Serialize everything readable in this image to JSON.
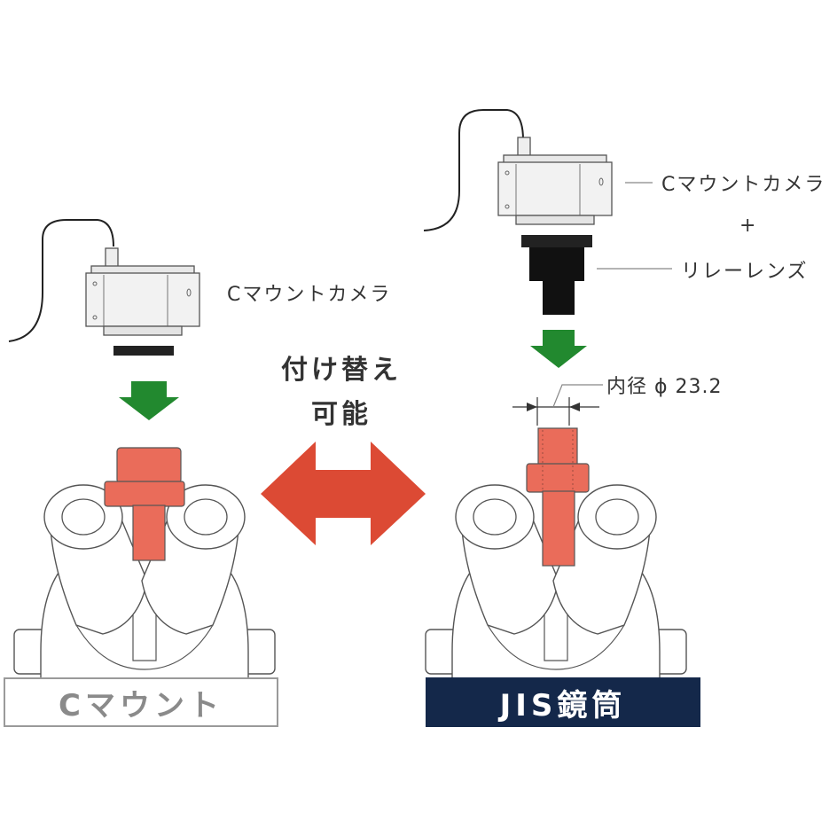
{
  "left": {
    "camera_label": "Cマウントカメラ",
    "mount_label": "Cマウント"
  },
  "center": {
    "line1": "付け替え",
    "line2": "可能"
  },
  "right": {
    "camera_label": "Cマウントカメラ",
    "plus": "+",
    "relay_label": "リレーレンズ",
    "diameter_label": "内径 ϕ 23.2",
    "mount_label": "JIS鏡筒"
  },
  "colors": {
    "adapter": "#ea6c5a",
    "arrow_green": "#22892f",
    "double_arrow": "#dc4a34",
    "jis_plate": "#14284a",
    "outline": "#555555"
  }
}
